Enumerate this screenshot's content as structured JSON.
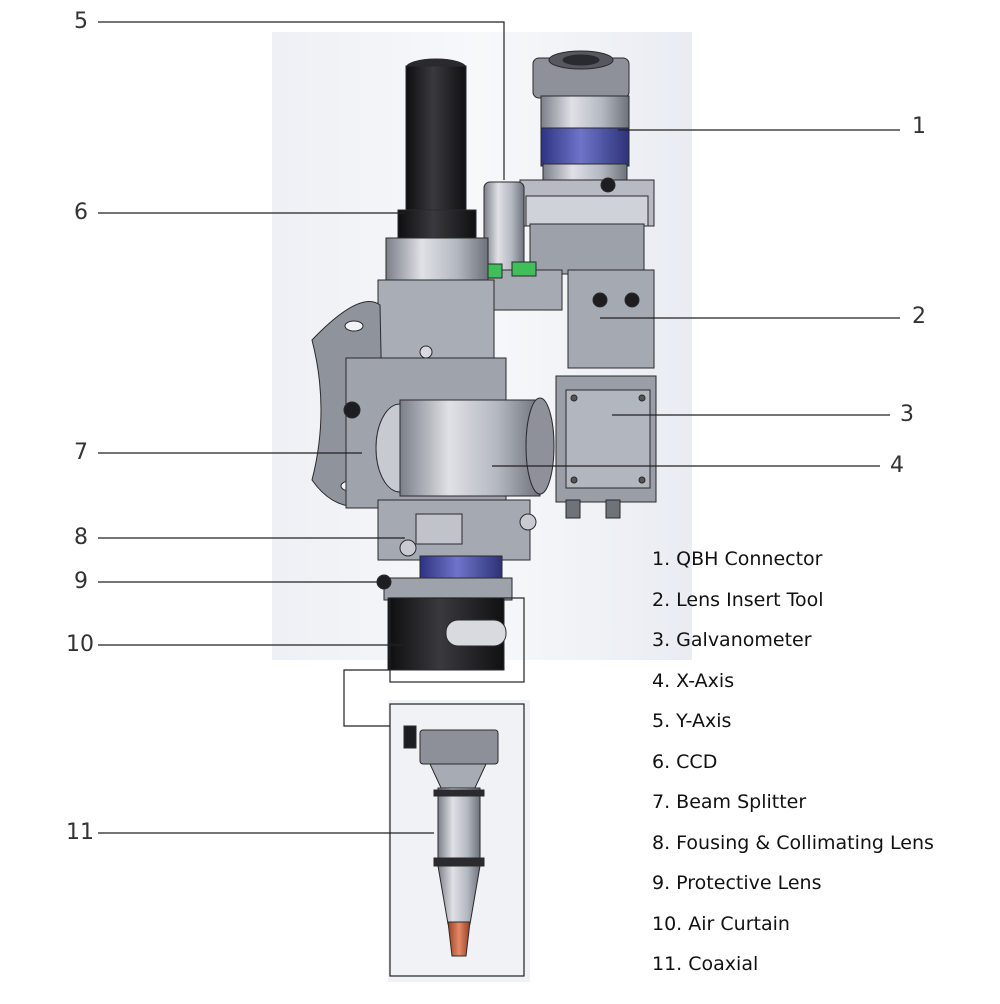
{
  "callouts": [
    {
      "n": "1"
    },
    {
      "n": "2"
    },
    {
      "n": "3"
    },
    {
      "n": "4"
    },
    {
      "n": "5"
    },
    {
      "n": "6"
    },
    {
      "n": "7"
    },
    {
      "n": "8"
    },
    {
      "n": "9"
    },
    {
      "n": "10"
    },
    {
      "n": "11"
    }
  ],
  "legend": [
    "1. QBH Connector",
    "2. Lens Insert Tool",
    "3. Galvanometer",
    "4. X-Axis",
    "5. Y-Axis",
    "6. CCD",
    "7. Beam Splitter",
    "8. Fousing & Collimating Lens",
    "9. Protective Lens",
    "10. Air Curtain",
    "11. Coaxial"
  ],
  "colors": {
    "line": "#222222",
    "metal_light": "#c9ccd3",
    "metal_mid": "#a3a7b0",
    "metal_dark": "#6f737c",
    "black_part": "#1b1b1d",
    "blue_band": "#4a4fa3",
    "green_button": "#3fbf5a",
    "copper_nozzle": "#c96a4a"
  },
  "icons": [
    "laser-head-assembly-drawing",
    "coaxial-nozzle-drawing"
  ]
}
